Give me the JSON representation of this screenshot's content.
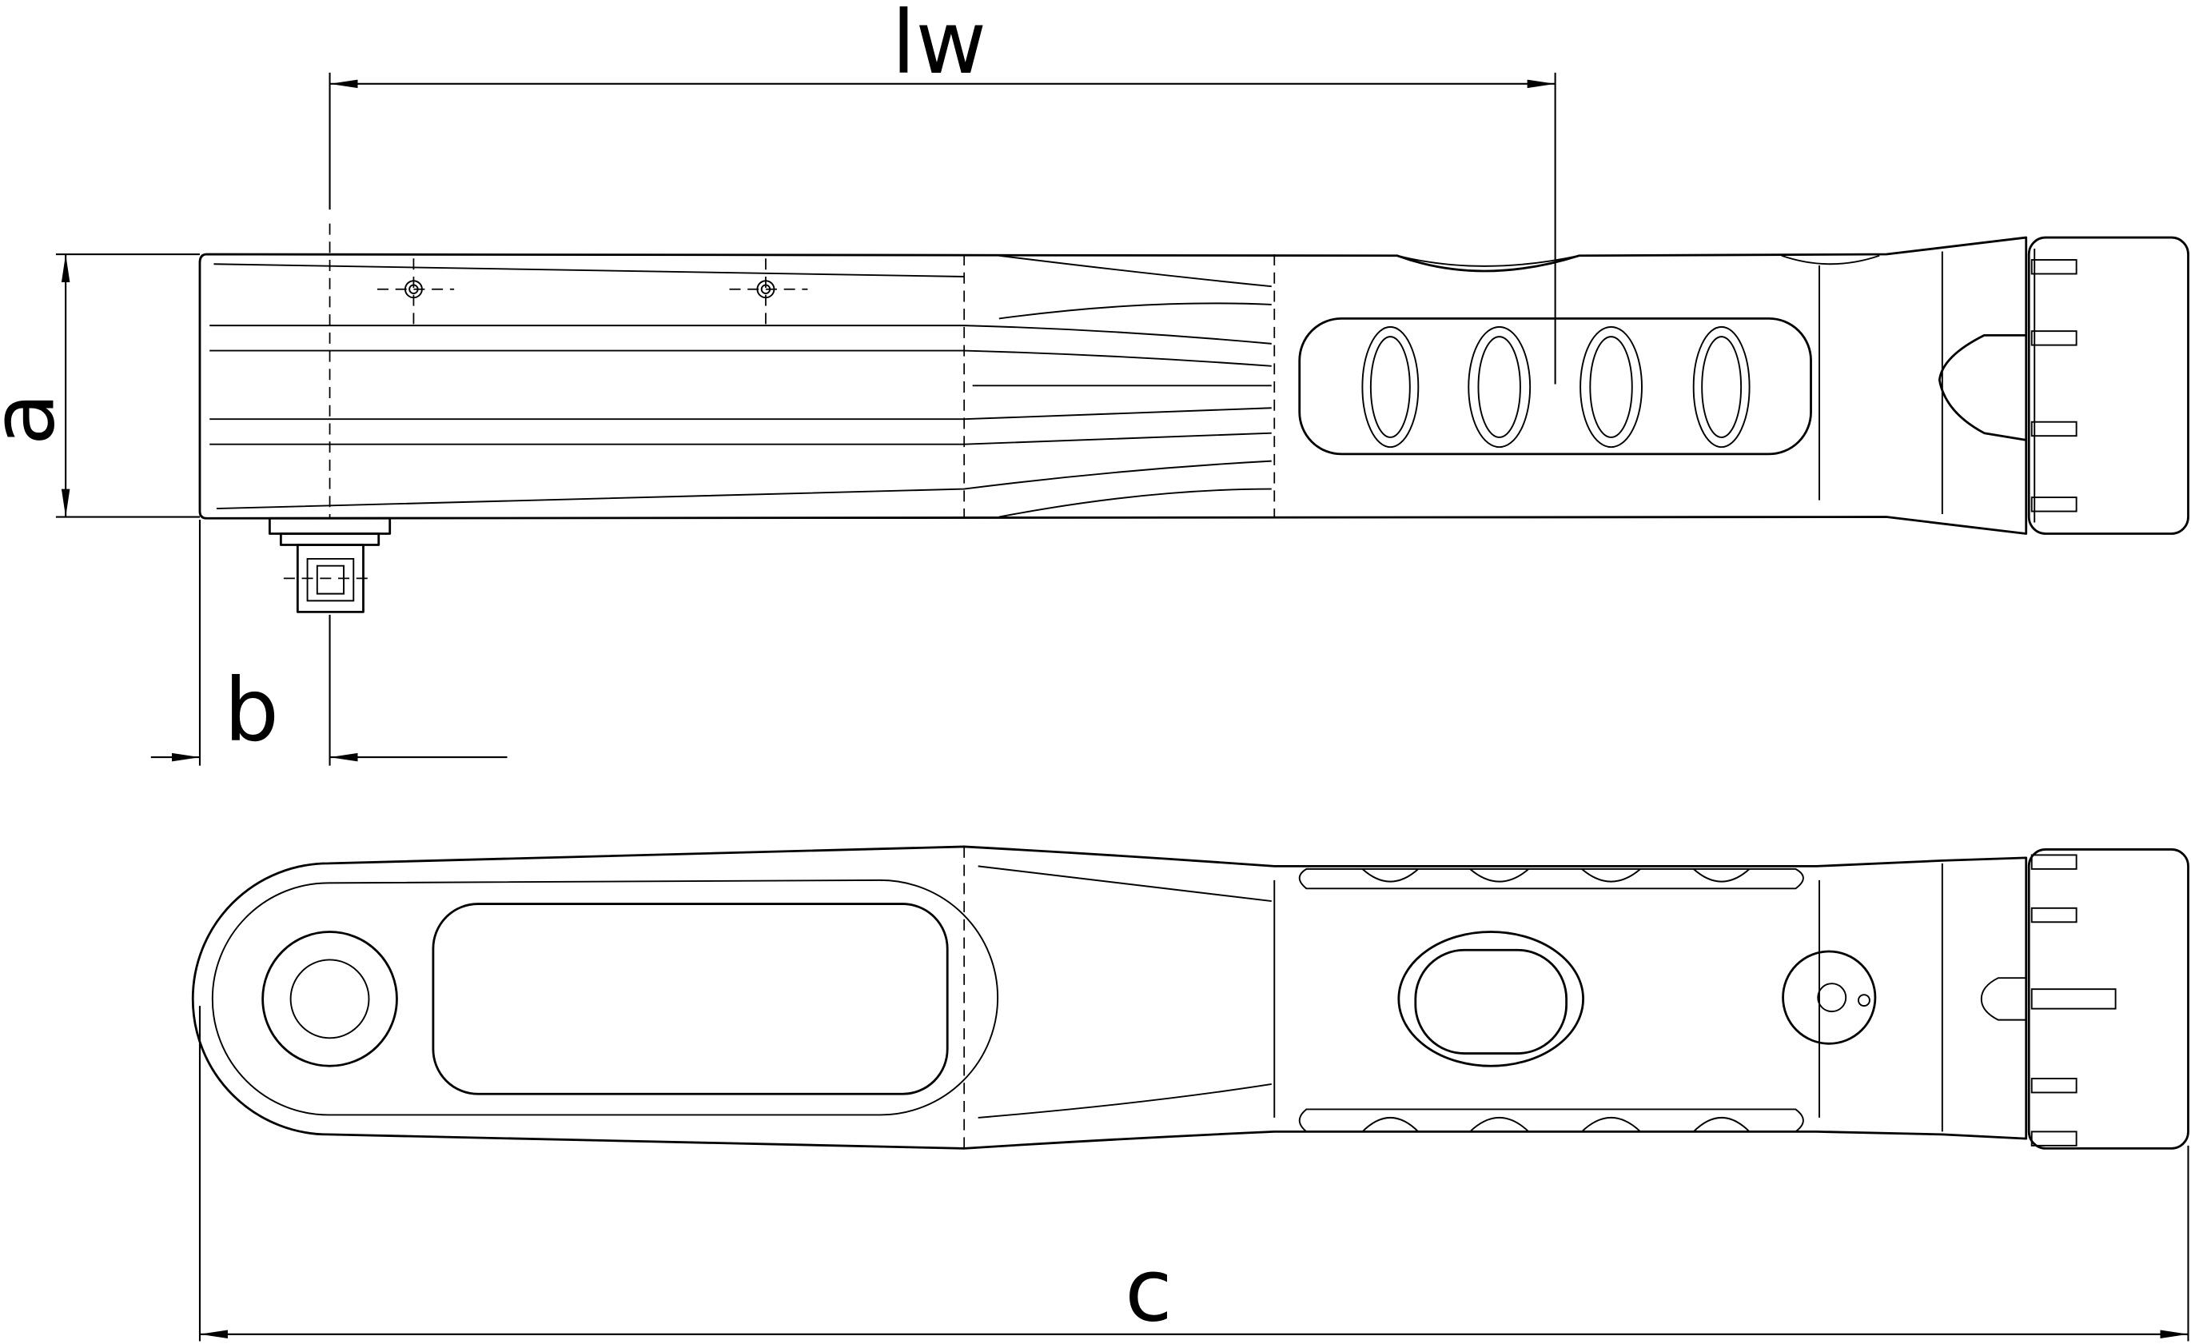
{
  "drawing": {
    "dimensions": {
      "lw": "lw",
      "a": "a",
      "b": "b",
      "c": "c"
    },
    "colors": {
      "line": "#000000",
      "background": "#ffffff"
    }
  }
}
